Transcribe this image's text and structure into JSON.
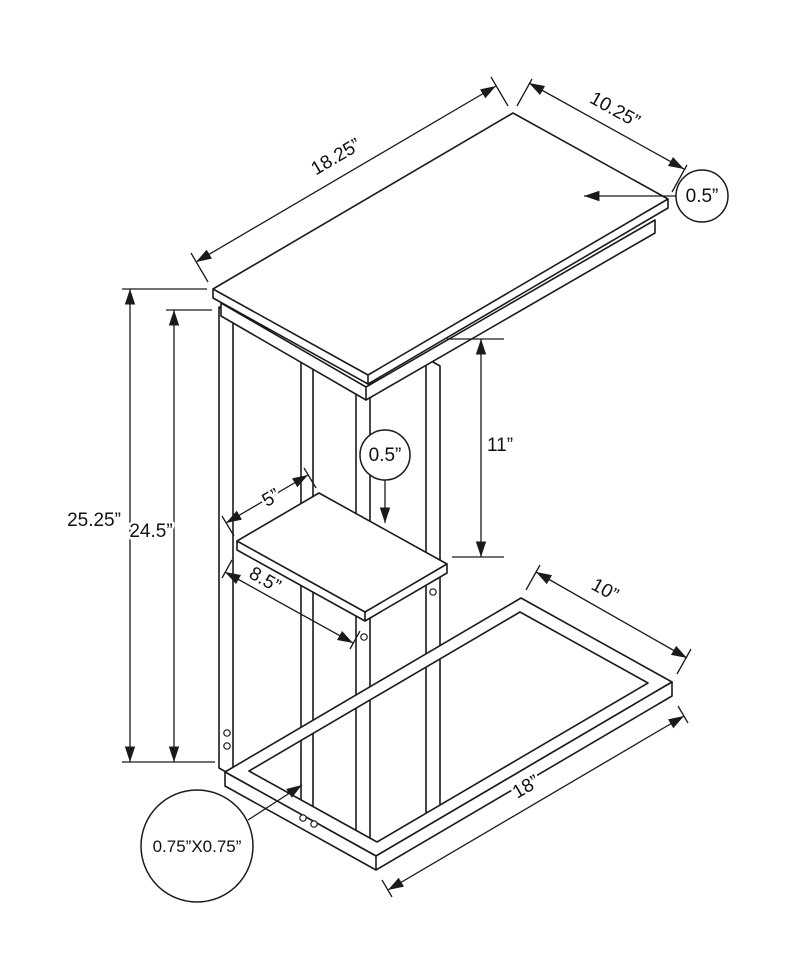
{
  "colors": {
    "line": "#1a1a1a",
    "background": "#ffffff"
  },
  "dims": {
    "top_length": "18.25”",
    "top_depth": "10.25”",
    "top_thickness": "0.5”",
    "overall_height": "25.25”",
    "frame_height": "24.5”",
    "shelf_length": "5”",
    "shelf_depth": "8.5”",
    "shelf_thickness": "0.5”",
    "top_to_shelf": "11”",
    "base_depth": "10”",
    "base_length": "18”",
    "tube_size": "0.75”X0.75”"
  }
}
